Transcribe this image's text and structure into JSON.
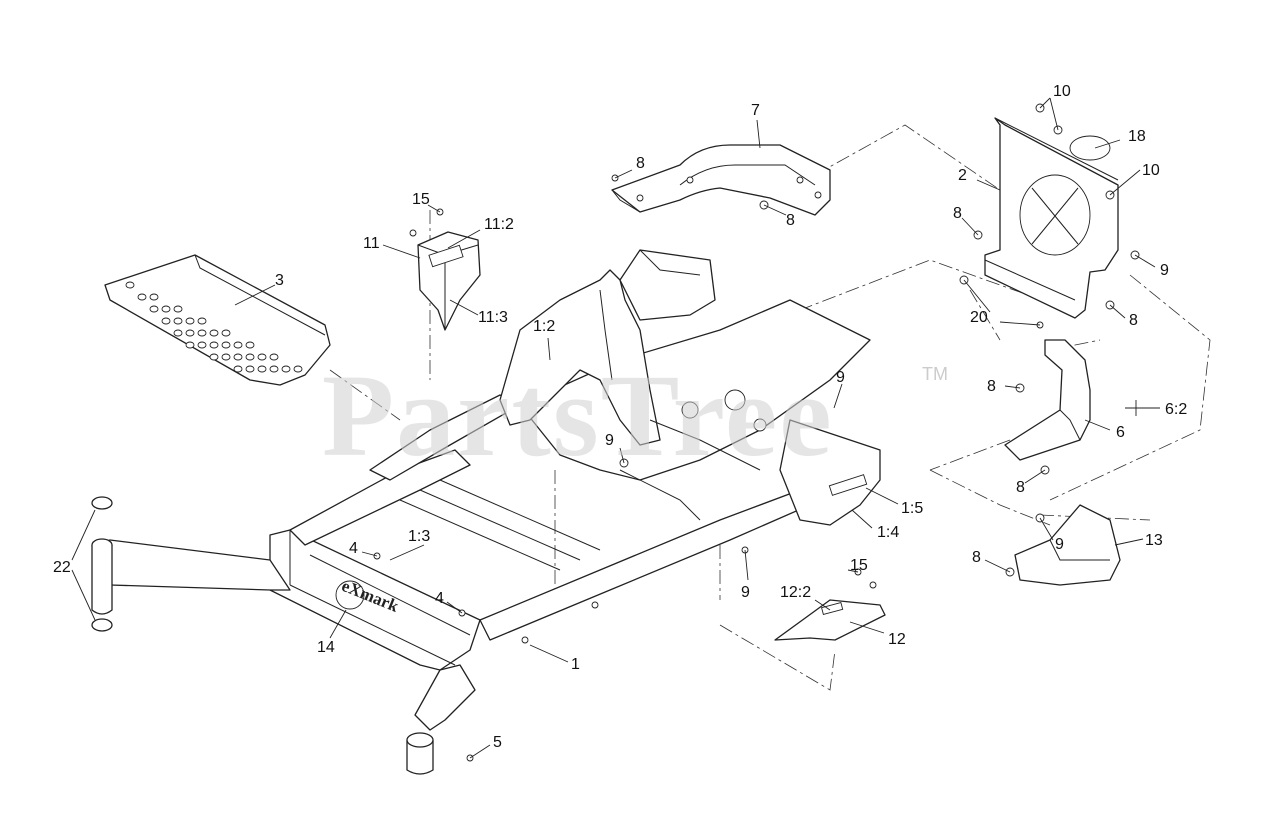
{
  "watermark": {
    "text": "PartsTree",
    "trademark": "TM"
  },
  "brand_logo": "eXmark",
  "callouts": [
    {
      "id": "c-10a",
      "label": "10"
    },
    {
      "id": "c-18",
      "label": "18"
    },
    {
      "id": "c-10b",
      "label": "10"
    },
    {
      "id": "c-2",
      "label": "2"
    },
    {
      "id": "c-7",
      "label": "7"
    },
    {
      "id": "c-8a",
      "label": "8"
    },
    {
      "id": "c-8b",
      "label": "8"
    },
    {
      "id": "c-8c",
      "label": "8"
    },
    {
      "id": "c-9a",
      "label": "9"
    },
    {
      "id": "c-20",
      "label": "20"
    },
    {
      "id": "c-8d",
      "label": "8"
    },
    {
      "id": "c-15a",
      "label": "15"
    },
    {
      "id": "c-11-2",
      "label": "11:2"
    },
    {
      "id": "c-11",
      "label": "11"
    },
    {
      "id": "c-3",
      "label": "3"
    },
    {
      "id": "c-11-3",
      "label": "11:3"
    },
    {
      "id": "c-1-2",
      "label": "1:2"
    },
    {
      "id": "c-9b",
      "label": "9"
    },
    {
      "id": "c-8e",
      "label": "8"
    },
    {
      "id": "c-6-2",
      "label": "6:2"
    },
    {
      "id": "c-9c",
      "label": "9"
    },
    {
      "id": "c-6",
      "label": "6"
    },
    {
      "id": "c-8f",
      "label": "8"
    },
    {
      "id": "c-1-5",
      "label": "1:5"
    },
    {
      "id": "c-1-4",
      "label": "1:4"
    },
    {
      "id": "c-9d",
      "label": "9"
    },
    {
      "id": "c-13",
      "label": "13"
    },
    {
      "id": "c-8g",
      "label": "8"
    },
    {
      "id": "c-1-3",
      "label": "1:3"
    },
    {
      "id": "c-4a",
      "label": "4"
    },
    {
      "id": "c-22",
      "label": "22"
    },
    {
      "id": "c-4b",
      "label": "4"
    },
    {
      "id": "c-14",
      "label": "14"
    },
    {
      "id": "c-9e",
      "label": "9"
    },
    {
      "id": "c-12-2",
      "label": "12:2"
    },
    {
      "id": "c-15b",
      "label": "15"
    },
    {
      "id": "c-12",
      "label": "12"
    },
    {
      "id": "c-1",
      "label": "1"
    },
    {
      "id": "c-5",
      "label": "5"
    }
  ]
}
